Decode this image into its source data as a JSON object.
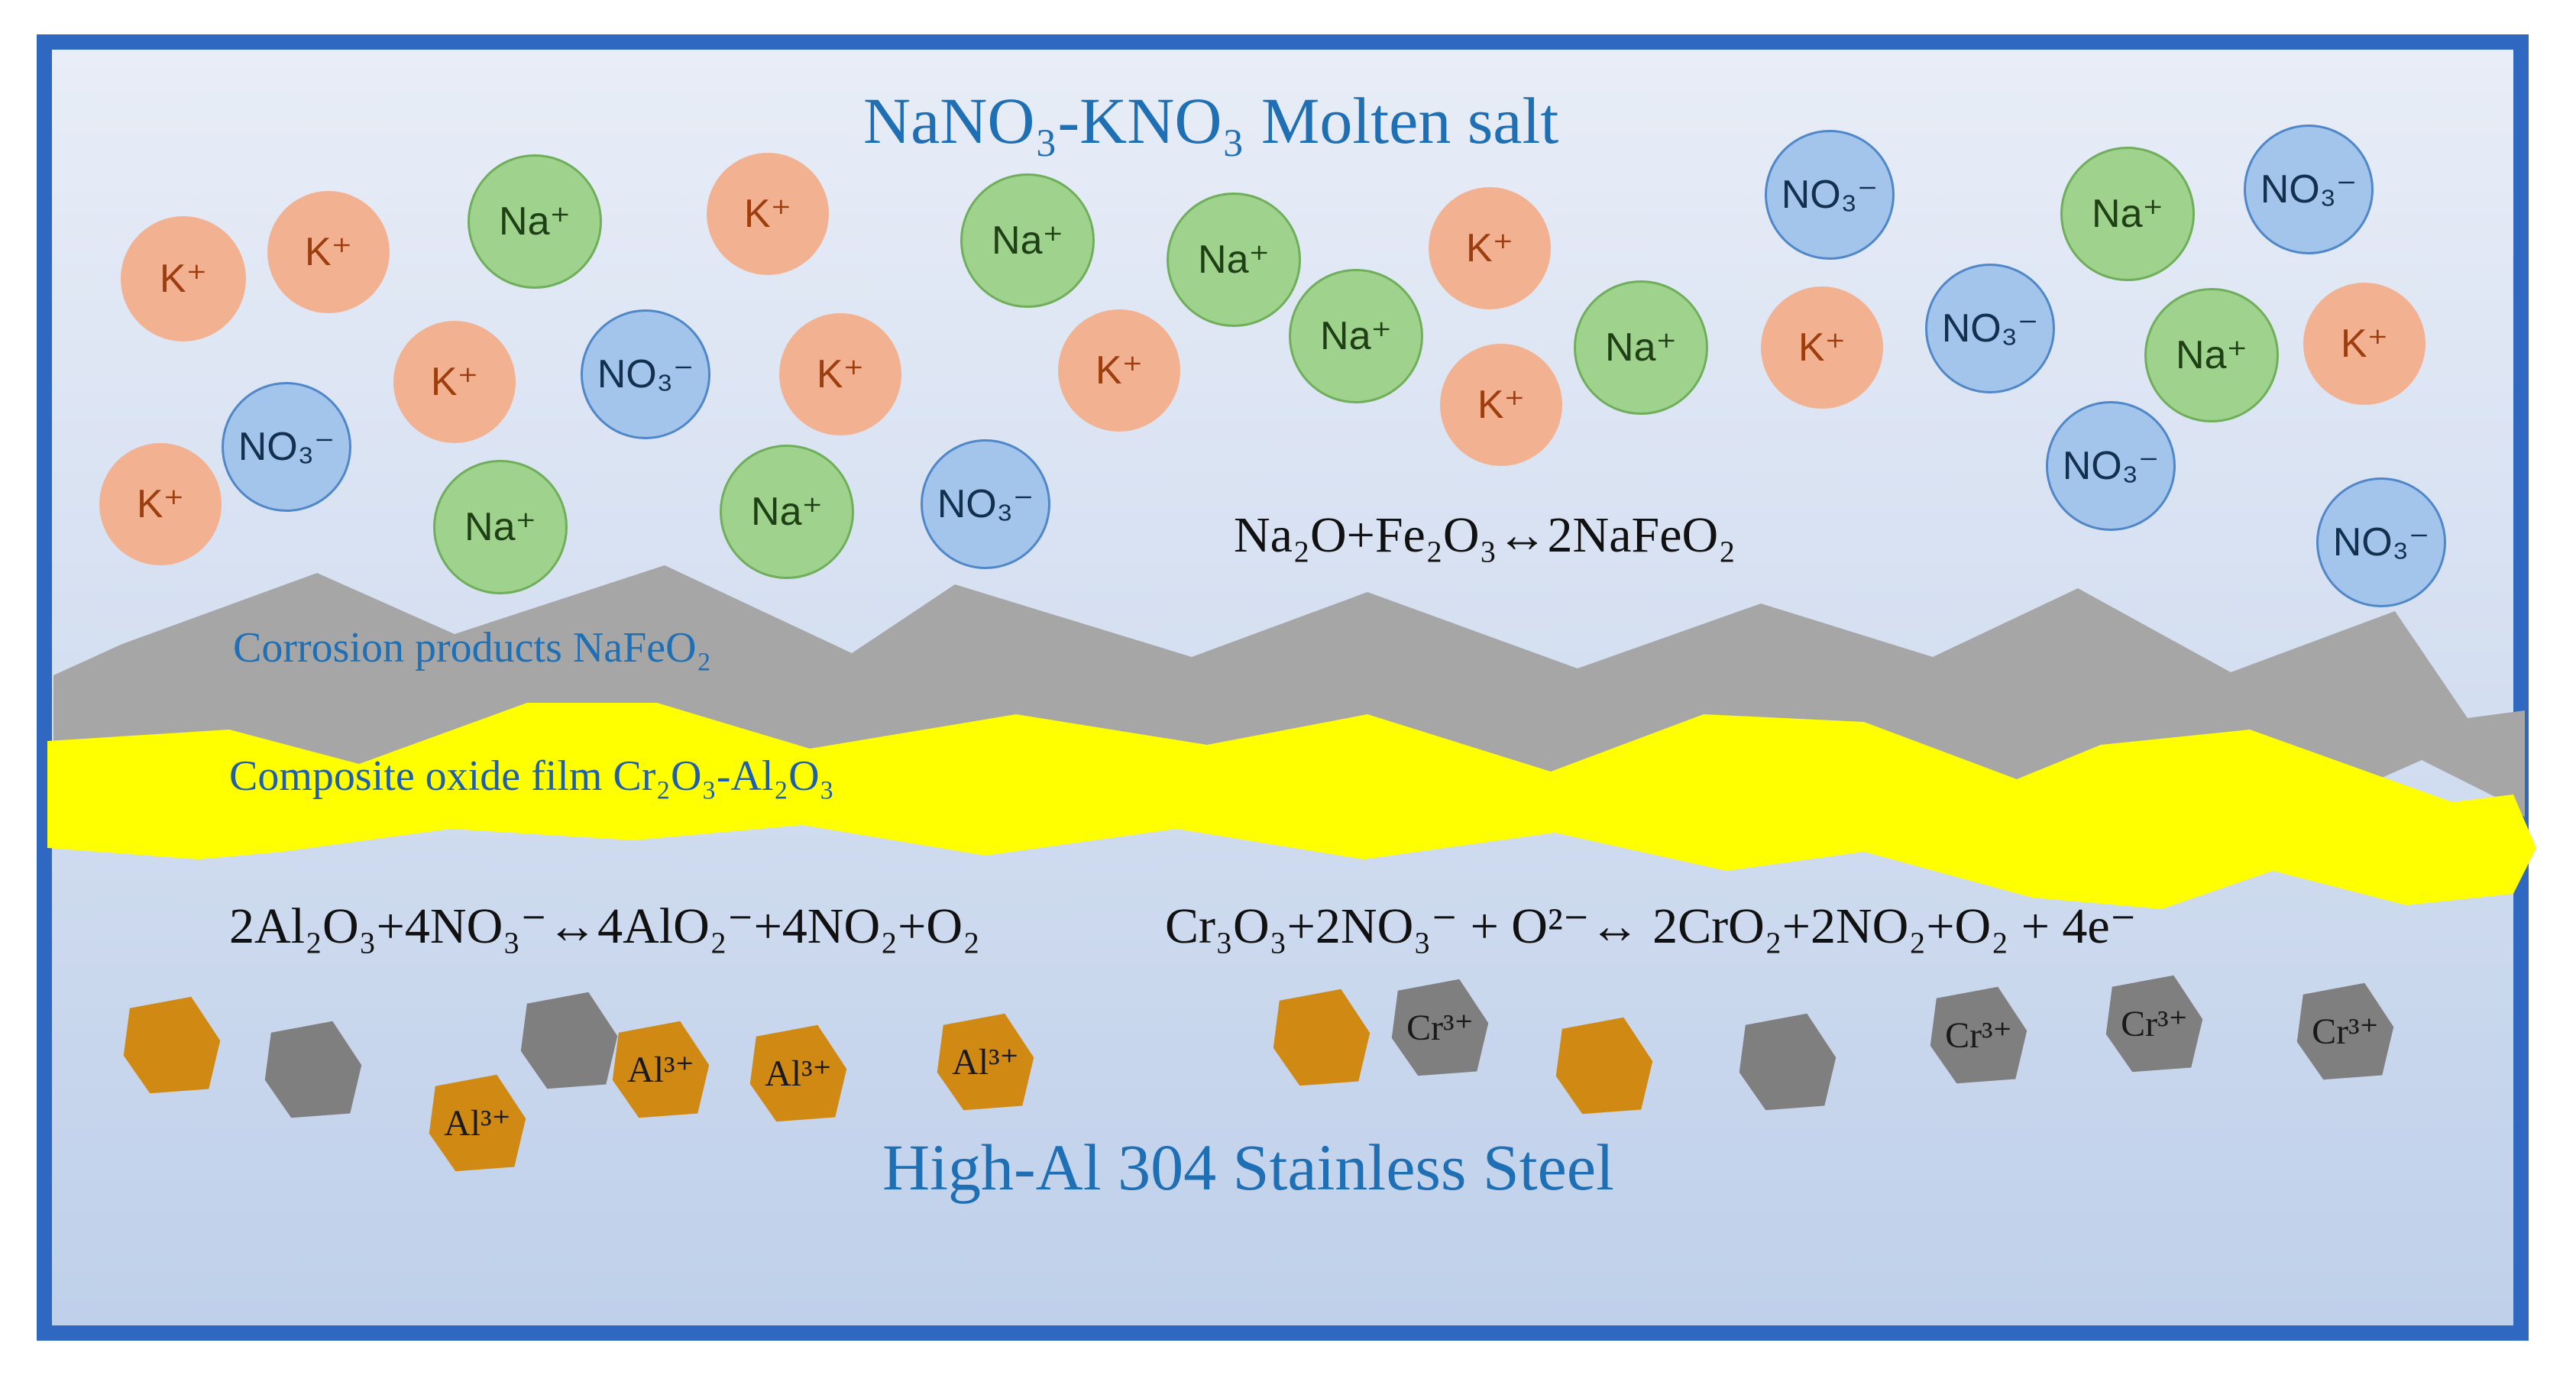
{
  "title": {
    "molten_salt": "NaNO₃-KNO₃  Molten salt",
    "steel": "High-Al 304  Stainless Steel"
  },
  "layers": {
    "corrosion_products": "Corrosion products NaFeO₂",
    "oxide_film": "Composite oxide film Cr₂O₃-Al₂O₃"
  },
  "reactions": {
    "iron": "Na₂O+Fe₂O₃↔2NaFeO₂",
    "aluminum": "2Al₂O₃+4NO₃⁻↔4AlO₂⁻+4NO₂+O₂",
    "chromium": "Cr₃O₃+2NO₃⁻ + O²⁻↔ 2CrO₂+2NO₂+O₂ + 4e⁻"
  },
  "ions": {
    "k": "K⁺",
    "na": "Na⁺",
    "no3": "NO₃⁻"
  },
  "fragments": {
    "al3": "Al³⁺",
    "cr3": "Cr³⁺"
  },
  "colors": {
    "frame": "#2f68c0",
    "background_top": "#e8edf7",
    "background_bottom": "#bfd0ea",
    "corrosion_layer": "#a6a6a6",
    "oxide_layer": "#ffff00",
    "k_ion": "#f2b191",
    "na_ion": "#9fd38d",
    "no3_ion": "#a3c5ec",
    "al_fragment": "#d08a14",
    "cr_fragment": "#7f7f7f",
    "title_text": "#1f6fb5",
    "corrosion_label": "#1f6fb5",
    "oxide_label": "#1f5fb0"
  }
}
